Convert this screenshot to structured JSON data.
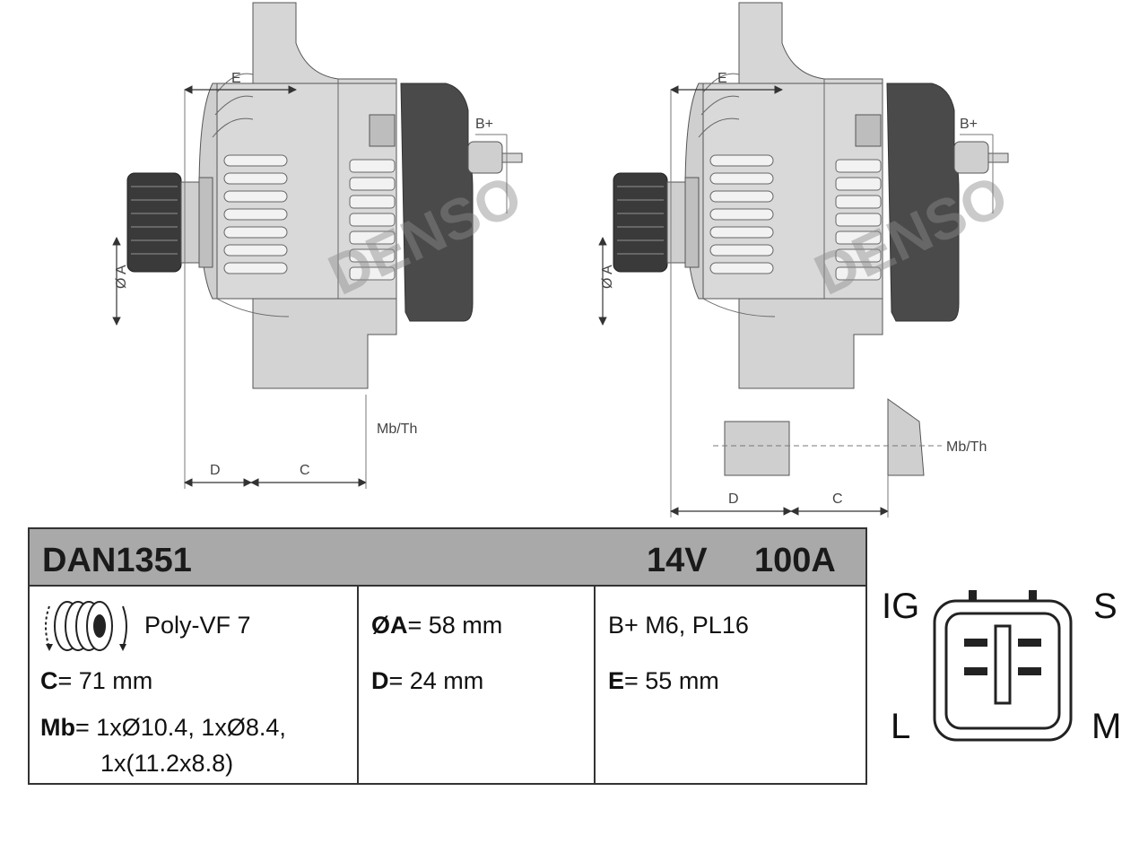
{
  "drawing": {
    "left_view": {
      "dim_e": "E",
      "dim_d": "D",
      "dim_c": "C",
      "dim_a": "Ø A",
      "b_plus": "B+",
      "mb_th": "Mb/Th"
    },
    "right_view": {
      "dim_e": "E",
      "dim_d": "D",
      "dim_c": "C",
      "dim_a": "Ø A",
      "b_plus": "B+",
      "mb_th": "Mb/Th"
    },
    "watermark": "DENSO",
    "colors": {
      "housing": "#d6d6d6",
      "rear_cover": "#4a4a4a",
      "pulley": "#3a3a3a",
      "outline": "#555555"
    }
  },
  "header": {
    "part_number": "DAN1351",
    "voltage": "14V",
    "current": "100A"
  },
  "specs": {
    "pulley": "Poly-VF 7",
    "c_label": "C",
    "c_value": "= 71 mm",
    "mb_label": "Mb",
    "mb_value_1": "= 1xØ10.4, 1xØ8.4,",
    "mb_value_2": "1x(11.2x8.8)",
    "a_label": "ØA",
    "a_value": "= 58 mm",
    "d_label": "D",
    "d_value": "= 24 mm",
    "bplus": "B+ M6, PL16",
    "e_label": "E",
    "e_value": "= 55 mm"
  },
  "connector": {
    "ig": "IG",
    "s": "S",
    "l": "L",
    "m": "M"
  }
}
